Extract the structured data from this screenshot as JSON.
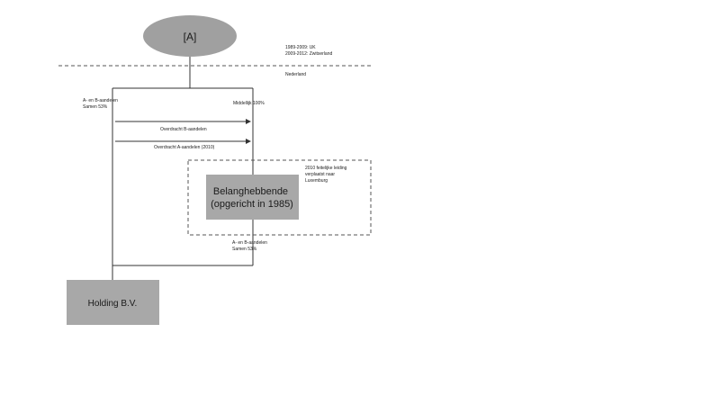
{
  "person": {
    "label": "[A]"
  },
  "residence": [
    "1989-2009: UK",
    "2009-2012: Zwitserland"
  ],
  "country_label": "Nederland",
  "left_shares": [
    "A- en B-aandelen",
    "Samen 53%"
  ],
  "indirect_label": "Middellijk 100%",
  "transfer_b": "Overdracht B-aandelen",
  "transfer_a": "Overdracht A-aandelen (2010)",
  "relocation": [
    "2010 feitelijke leiding",
    "verplaatst naar",
    "Luxemburg"
  ],
  "belanghebbende": [
    "Belanghebbende",
    "(opgericht in 1985)"
  ],
  "bottom_shares": [
    "A- en B-aandelen",
    "Samen 53%"
  ],
  "holding": {
    "label": "Holding B.V."
  },
  "colors": {
    "box_fill": "#a8a8a8",
    "ellipse_fill": "#a0a0a0",
    "line": "#333333"
  }
}
